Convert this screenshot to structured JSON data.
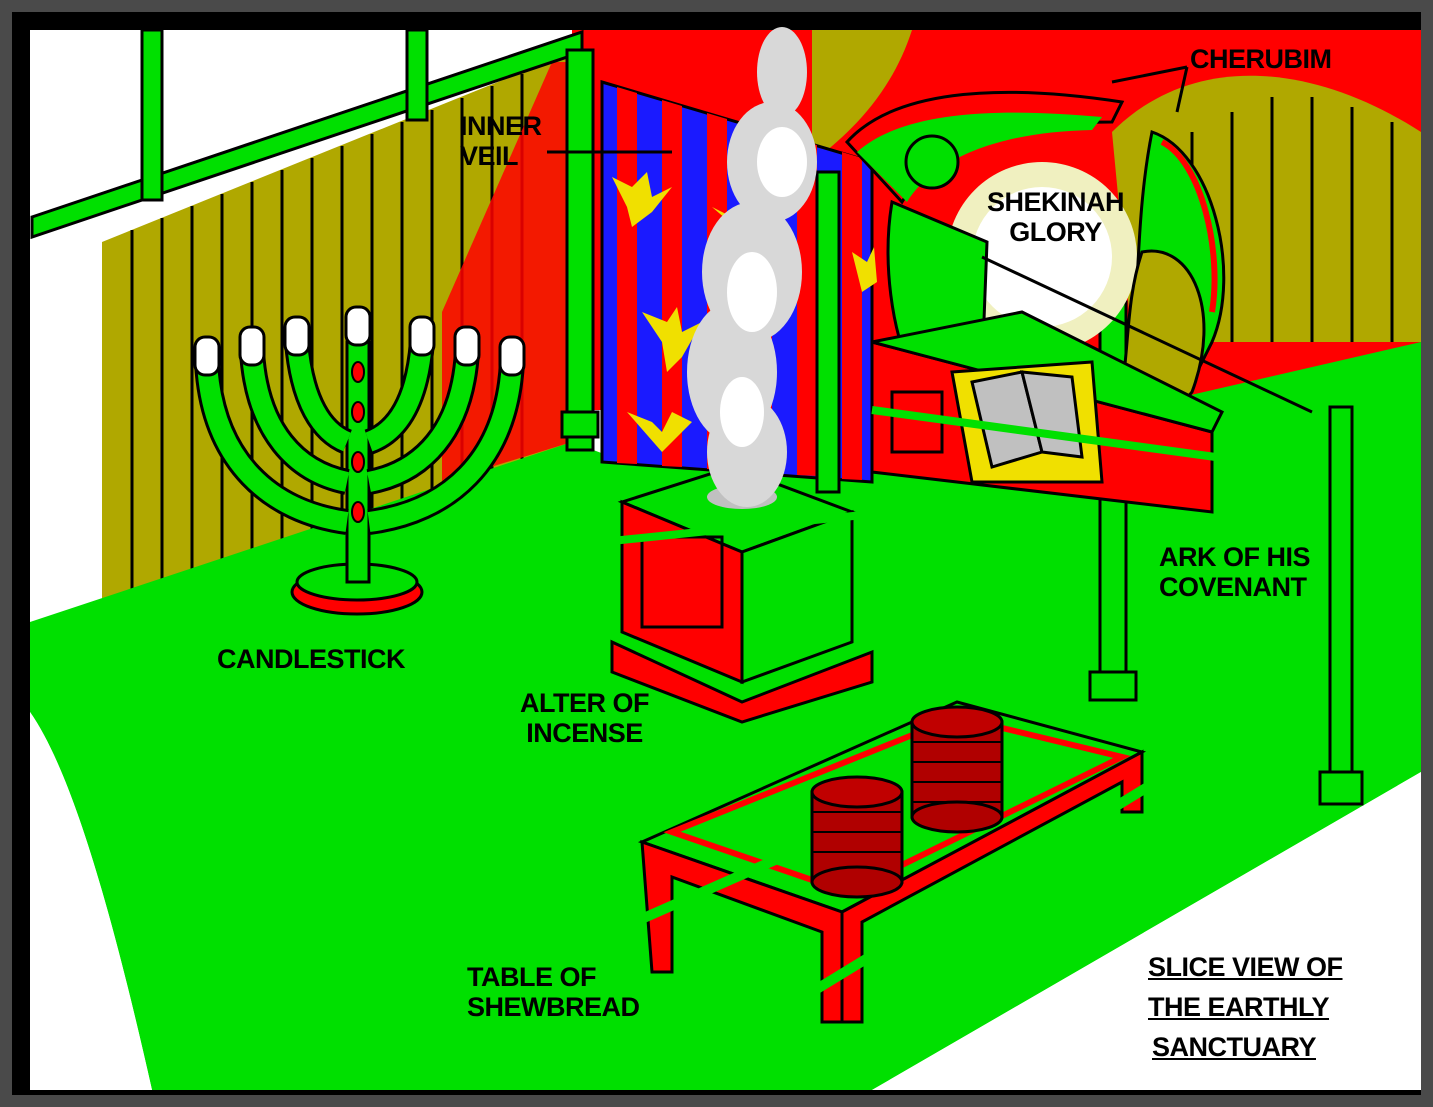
{
  "diagram": {
    "labels": {
      "inner_veil": [
        "INNER",
        "VEIL"
      ],
      "cherubim": "CHERUBIM",
      "shekinah_glory": [
        "SHEKINAH",
        "GLORY"
      ],
      "candlestick": "CANDLESTICK",
      "ark": [
        "ARK OF HIS",
        "COVENANT"
      ],
      "alter": [
        "ALTER OF",
        "INCENSE"
      ],
      "table": [
        "TABLE OF",
        "SHEWBREAD"
      ],
      "caption": [
        "SLICE VIEW OF",
        "THE EARTHLY",
        "SANCTUARY"
      ]
    },
    "colors": {
      "floor": "#00e000",
      "wall": "#b0a800",
      "curtain_red": "#ff0000",
      "veil_blue": "#1a1aff",
      "gold": "#f0e000",
      "bread": "#b00000"
    }
  }
}
